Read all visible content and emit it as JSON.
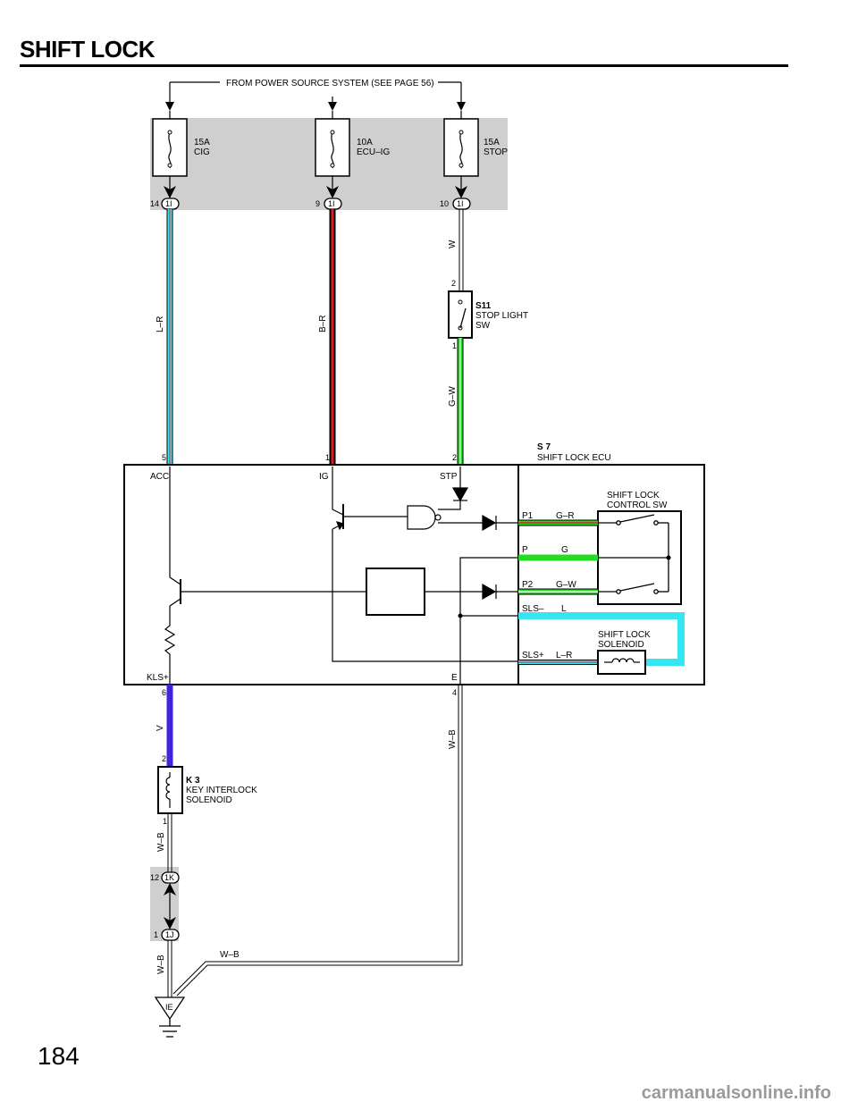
{
  "page": {
    "title": "SHIFT LOCK",
    "number": "184",
    "watermark": "carmanualsonline.info"
  },
  "power_source": {
    "label": "FROM POWER SOURCE SYSTEM (SEE PAGE 56)"
  },
  "fuses": [
    {
      "amp": "15A",
      "name": "CIG",
      "pin": "14",
      "connector": "1I"
    },
    {
      "amp": "10A",
      "name": "ECU–IG",
      "pin": "9",
      "connector": "1I"
    },
    {
      "amp": "15A",
      "name": "STOP",
      "pin": "10",
      "connector": "1I"
    }
  ],
  "wires": {
    "cig": "L–R",
    "ecu_ig": "B–R",
    "stop_upper": "W",
    "stop_lower": "G–W",
    "kls": "V",
    "k3_ground": "W–B",
    "e_ground": "W–B",
    "junction_ground": "W–B",
    "ground_return": "W–B"
  },
  "stop_light_sw": {
    "code": "S11",
    "name_line1": "STOP LIGHT",
    "name_line2": "SW",
    "pin_top": "2",
    "pin_bottom": "1"
  },
  "ecu": {
    "code": "S 7",
    "name": "SHIFT LOCK ECU",
    "pin_acc": "5",
    "pin_ig": "1",
    "pin_stp": "2",
    "pin_kls": "6",
    "pin_e": "4",
    "term_acc": "ACC",
    "term_ig": "IG",
    "term_stp": "STP",
    "term_kls": "KLS+",
    "term_e": "E"
  },
  "control_sw": {
    "name_line1": "SHIFT LOCK",
    "name_line2": "CONTROL SW",
    "p1": "P1",
    "p1_wire": "G–R",
    "p": "P",
    "p_wire": "G",
    "p2": "P2",
    "p2_wire": "G–W",
    "sls_minus": "SLS–",
    "sls_minus_wire": "L",
    "sls_plus": "SLS+",
    "sls_plus_wire": "L–R"
  },
  "shift_lock_solenoid": {
    "name_line1": "SHIFT LOCK",
    "name_line2": "SOLENOID"
  },
  "key_interlock": {
    "code": "K 3",
    "name_line1": "KEY INTERLOCK",
    "name_line2": "SOLENOID",
    "pin_top": "2",
    "pin_bottom": "1"
  },
  "junctions": [
    {
      "pin": "12",
      "connector": "1K"
    },
    {
      "pin": "1",
      "connector": "1J"
    }
  ],
  "ground": {
    "label": "IE"
  },
  "colors": {
    "light_blue": "#33e6f2",
    "red": "#d92020",
    "green": "#22dd22",
    "violet": "#4422dd",
    "gray_box": "#cfcfcf"
  }
}
